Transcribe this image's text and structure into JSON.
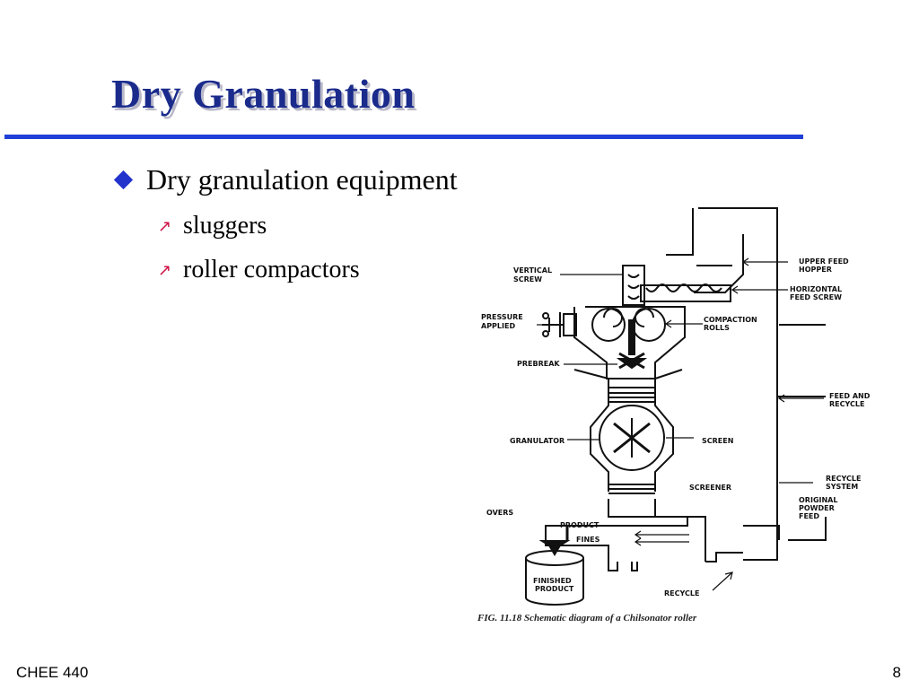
{
  "slide": {
    "title": "Dry Granulation",
    "bullets": [
      {
        "text": "Dry granulation equipment",
        "children": [
          {
            "text": "sluggers"
          },
          {
            "text": "roller compactors"
          }
        ]
      }
    ],
    "footer_left": "CHEE 440",
    "page_number": "8"
  },
  "colors": {
    "title": "#1a2b8c",
    "rule": "#1f3fd6",
    "bullet_diamond": "#2233cc",
    "sub_arrow": "#cc1144"
  },
  "icons": {
    "level1_bullet": "blue-diamond-icon",
    "level2_bullet": "red-northeast-arrow-icon"
  },
  "diagram": {
    "labels": {
      "vertical_screw": [
        "VERTICAL",
        "SCREW"
      ],
      "pressure_applied": [
        "PRESSURE",
        "APPLIED"
      ],
      "prebreak": "PREBREAK",
      "granulator": "GRANULATOR",
      "overs": "OVERS",
      "upper_feed_hopper": [
        "UPPER FEED",
        "HOPPER"
      ],
      "horizontal_feed_screw": [
        "HORIZONTAL",
        "FEED SCREW"
      ],
      "compaction_rolls": [
        "COMPACTION",
        "ROLLS"
      ],
      "feed_and_recycle": [
        "FEED AND",
        "RECYCLE"
      ],
      "screen": "SCREEN",
      "screener": "SCREENER",
      "recycle_system": [
        "RECYCLE",
        "SYSTEM"
      ],
      "original_powder_feed": [
        "ORIGINAL",
        "POWDER",
        "FEED"
      ],
      "product": "PRODUCT",
      "fines": "FINES",
      "finished_product": [
        "FINISHED",
        "PRODUCT"
      ],
      "recycle": "RECYCLE"
    },
    "caption": "FIG. 11.18 Schematic diagram of a Chilsonator roller"
  }
}
